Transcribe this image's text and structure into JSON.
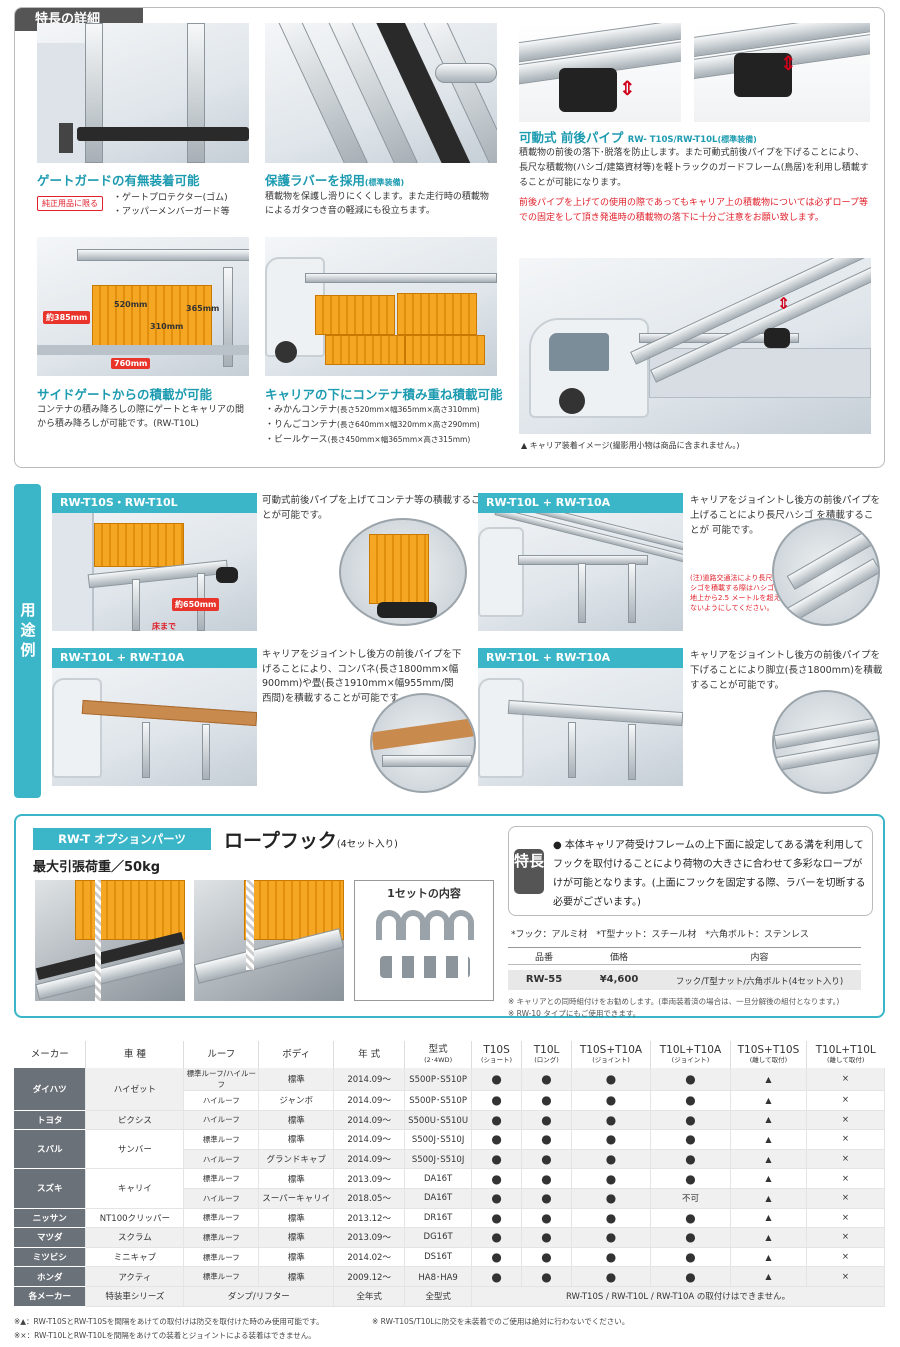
{
  "features": {
    "tab": "特長の詳細",
    "gate": {
      "title": "ゲートガードの有無装着可能",
      "badge": "純正用品に限る",
      "items": [
        "・ゲートプロテクター(ゴム)",
        "・アッパーメンバーガード等"
      ]
    },
    "rubber": {
      "title": "保護ラバーを採用",
      "tag": "(標準装備)",
      "body": "積載物を保護し滑りにくくします。また走行時の積載物によるガタつき音の軽減にも役立ちます。"
    },
    "pipe": {
      "title": "可動式 前後パイプ",
      "models": "RW- T10S/RW-T10L",
      "tag": "(標準装備)",
      "body": "積載物の前後の落下･脱落を防止します。また可動式前後パイプを下げることにより、長尺な積載物(ハシゴ/建築資材等)を軽トラックのガードフレーム(鳥居)を利用し積載することが可能になります。",
      "warning": "前後パイプを上げての使用の際であってもキャリア上の積載物については必ずロープ等での固定をして頂き発進時の積載物の落下に十分ご注意をお願い致します。",
      "caption": "▲ キャリア装着イメージ(撮影用小物は商品に含まれません。)"
    },
    "side": {
      "title": "サイドゲートからの積載が可能",
      "body": "コンテナの積み降ろしの際にゲートとキャリアの間から積み降ろしが可能です。(RW-T10L)",
      "dims": [
        "約385mm",
        "520mm",
        "365mm",
        "310mm",
        "760mm"
      ]
    },
    "under": {
      "title": "キャリアの下にコンテナ積み重ね積載可能",
      "items": [
        {
          "name": "・みかんコンテナ",
          "dim": "(長さ520mm×幅365mm×高さ310mm)"
        },
        {
          "name": "・りんごコンテナ",
          "dim": "(長さ640mm×幅320mm×高さ290mm)"
        },
        {
          "name": "・ビールケース",
          "dim": "(長さ450mm×幅365mm×高さ315mm)"
        }
      ]
    }
  },
  "uses": {
    "label": "用途例",
    "cases": [
      {
        "title": "RW-T10S・RW-T10L",
        "text": "可動式前後パイプを上げてコンテナ等の積載することが可能です。",
        "dims": [
          "約650mm",
          "床まで"
        ]
      },
      {
        "title": "RW-T10L + RW-T10A",
        "text": "キャリアをジョイントし後方の前後パイプを上げることにより長尺ハシゴ を積載することが 可能です。",
        "note": "(注)道路交通法により長尺ハシゴを積載する際はハシゴが地上から2.5 メートルを超えないようにしてください。"
      },
      {
        "title": "RW-T10L + RW-T10A",
        "text": "キャリアをジョイントし後方の前後パイプを下げることにより、コンパネ(長さ1800mm×幅900mm)や畳(長さ1910mm×幅955mm/関西間)を積載することが可能です。"
      },
      {
        "title": "RW-T10L + RW-T10A",
        "text": "キャリアをジョイントし後方の前後パイプを下げることにより脚立(長さ1800mm)を積載することが可能です。"
      }
    ]
  },
  "option": {
    "tab": "RW-T オプションパーツ",
    "title": "ロープフック",
    "title_sub": "(4セット入り)",
    "load": "最大引張荷重／50kg",
    "set_label": "1セットの内容",
    "feat_label": "特長",
    "feat_text": "● 本体キャリア荷受けフレームの上下面に設定してある溝を利用してフックを取付けることにより荷物の大きさに合わせて多彩なロープがけが可能となります。(上面にフックを固定する際、ラバーを切断する必要がございます。)",
    "materials": "*フック：アルミ材　*T型ナット：スチール材　*六角ボルト：ステンレス",
    "cols": [
      "品番",
      "価格",
      "内容"
    ],
    "row": [
      "RW-55",
      "¥4,600",
      "フック/T型ナット/六角ボルト(4セット入り)"
    ],
    "notes": [
      "※ キャリアとの同時組付けをお勧めします。(車両装着済の場合は、一旦分解後の組付となります。)",
      "※ RW-10 タイプにもご使用できます。"
    ]
  },
  "table": {
    "headers": [
      {
        "t": "メーカー"
      },
      {
        "t": "車 種"
      },
      {
        "t": "ルーフ"
      },
      {
        "t": "ボディ"
      },
      {
        "t": "年 式"
      },
      {
        "t": "型式",
        "s": "(2･4WD)"
      },
      {
        "t": "T10S",
        "s": "(ショート)"
      },
      {
        "t": "T10L",
        "s": "(ロング)"
      },
      {
        "t": "T10S+T10A",
        "s": "(ジョイント)"
      },
      {
        "t": "T10L+T10A",
        "s": "(ジョイント)"
      },
      {
        "t": "T10S+T10S",
        "s": "(離して取付)"
      },
      {
        "t": "T10L+T10L",
        "s": "(離して取付)"
      }
    ],
    "rows": [
      [
        "ダイハツ",
        "ハイゼット",
        "標準ルーフ/ハイルーフ",
        "標準",
        "2014.09～",
        "S500P･S510P",
        "●",
        "●",
        "●",
        "●",
        "▲",
        "×"
      ],
      [
        "",
        "",
        "ハイルーフ",
        "ジャンボ",
        "2014.09～",
        "S500P･S510P",
        "●",
        "●",
        "●",
        "●",
        "▲",
        "×"
      ],
      [
        "トヨタ",
        "ピクシス",
        "ハイルーフ",
        "標準",
        "2014.09～",
        "S500U･S510U",
        "●",
        "●",
        "●",
        "●",
        "▲",
        "×"
      ],
      [
        "スバル",
        "サンバー",
        "標準ルーフ",
        "標準",
        "2014.09～",
        "S500J･S510J",
        "●",
        "●",
        "●",
        "●",
        "▲",
        "×"
      ],
      [
        "",
        "",
        "ハイルーフ",
        "グランドキャブ",
        "2014.09～",
        "S500J･S510J",
        "●",
        "●",
        "●",
        "●",
        "▲",
        "×"
      ],
      [
        "スズキ",
        "キャリイ",
        "標準ルーフ",
        "標準",
        "2013.09～",
        "DA16T",
        "●",
        "●",
        "●",
        "●",
        "▲",
        "×"
      ],
      [
        "",
        "",
        "ハイルーフ",
        "スーパーキャリイ",
        "2018.05～",
        "DA16T",
        "●",
        "●",
        "●",
        "不可",
        "▲",
        "×"
      ],
      [
        "ニッサン",
        "NT100クリッパー",
        "標準ルーフ",
        "標準",
        "2013.12～",
        "DR16T",
        "●",
        "●",
        "●",
        "●",
        "▲",
        "×"
      ],
      [
        "マツダ",
        "スクラム",
        "標準ルーフ",
        "標準",
        "2013.09～",
        "DG16T",
        "●",
        "●",
        "●",
        "●",
        "▲",
        "×"
      ],
      [
        "ミツビシ",
        "ミニキャブ",
        "標準ルーフ",
        "標準",
        "2014.02～",
        "DS16T",
        "●",
        "●",
        "●",
        "●",
        "▲",
        "×"
      ],
      [
        "ホンダ",
        "アクティ",
        "標準ルーフ",
        "標準",
        "2009.12～",
        "HA8･HA9",
        "●",
        "●",
        "●",
        "●",
        "▲",
        "×"
      ]
    ],
    "last": [
      "各メーカー",
      "特装車シリーズ",
      "ダンプ/リフター",
      "全年式",
      "全型式",
      "RW-T10S / RW-T10L / RW-T10A の取付けはできません。"
    ],
    "foot": [
      "※▲：RW-T10SとRW-T10Sを間隔をあけての取付けは防交を取付けた時のみ使用可能です。",
      "※ RW-T10S/T10Lに防交を未装着でのご使用は絶対に行わないでください。",
      "※×：RW-T10LとRW-T10Lを間隔をあけての装着とジョイントによる装着はできません。"
    ]
  }
}
